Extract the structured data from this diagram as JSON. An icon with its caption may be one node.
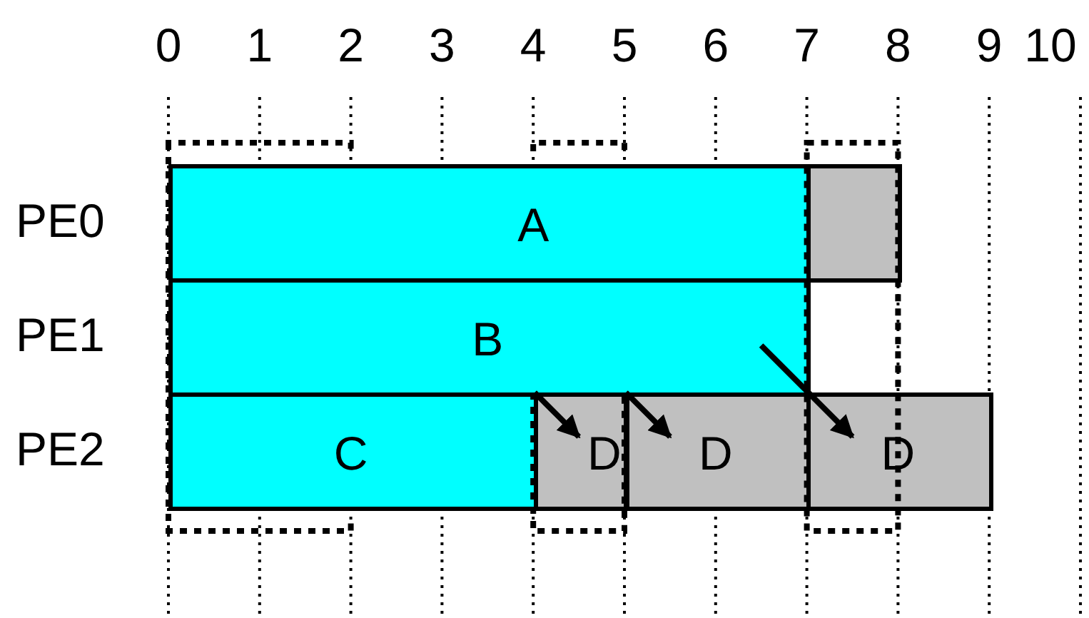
{
  "diagram": {
    "nodes": [
      {
        "text": [
          "A"
        ]
      },
      {
        "text": [],
        "shape": "bar"
      },
      {
        "text": [
          "B"
        ]
      },
      {
        "text": [
          "C"
        ]
      },
      {
        "text": [
          "D"
        ]
      },
      {
        "text": [
          "D"
        ]
      },
      {
        "text": [
          "D"
        ]
      }
    ],
    "edges": [
      {
        "from": 2,
        "to": 4,
        "arrow": "to"
      },
      {
        "from": 2,
        "to": 5,
        "arrow": "to"
      },
      {
        "from": 2,
        "to": 6,
        "arrow": "to"
      }
    ],
    "labels": [
      "0",
      "1",
      "2",
      "3",
      "4",
      "5",
      "6",
      "7",
      "8",
      "9",
      "10",
      "PE0",
      "PE1",
      "PE2"
    ]
  }
}
